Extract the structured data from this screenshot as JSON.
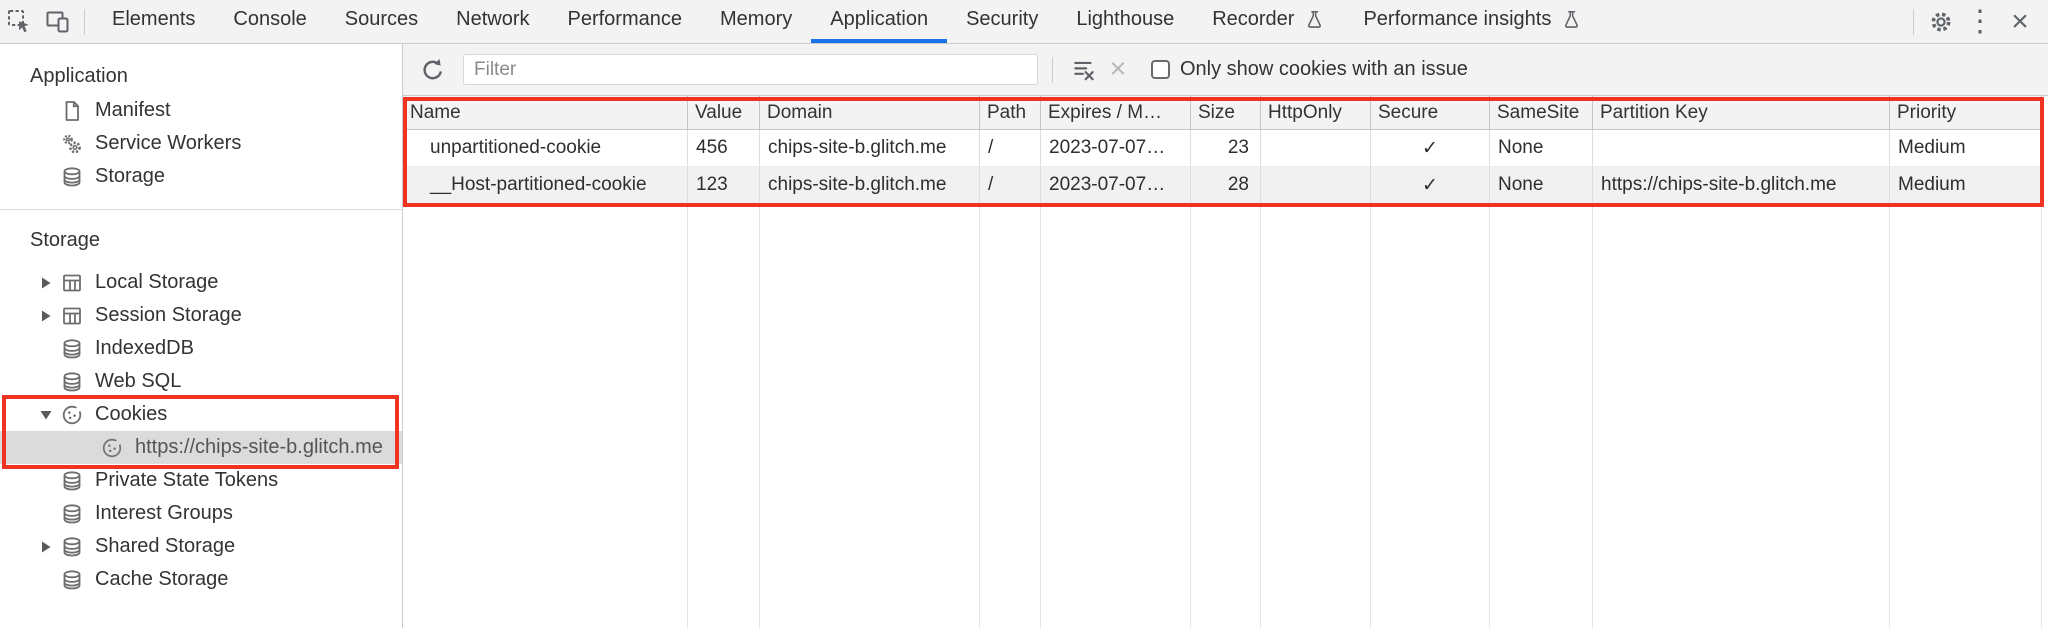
{
  "colors": {
    "accent_blue": "#1a73e8",
    "annotation_red": "#ee3322",
    "icon_gray": "#5f6368"
  },
  "icons": {
    "close": "×",
    "more": "⋮",
    "delete_disabled": "×"
  },
  "tab_bar": {
    "tabs": [
      {
        "label": "Elements",
        "selected": false,
        "experimental": false
      },
      {
        "label": "Console",
        "selected": false,
        "experimental": false
      },
      {
        "label": "Sources",
        "selected": false,
        "experimental": false
      },
      {
        "label": "Network",
        "selected": false,
        "experimental": false
      },
      {
        "label": "Performance",
        "selected": false,
        "experimental": false
      },
      {
        "label": "Memory",
        "selected": false,
        "experimental": false
      },
      {
        "label": "Application",
        "selected": true,
        "experimental": false
      },
      {
        "label": "Security",
        "selected": false,
        "experimental": false
      },
      {
        "label": "Lighthouse",
        "selected": false,
        "experimental": false
      },
      {
        "label": "Recorder",
        "selected": false,
        "experimental": true
      },
      {
        "label": "Performance insights",
        "selected": false,
        "experimental": true
      }
    ]
  },
  "sidebar": {
    "app_section": {
      "title": "Application",
      "items": [
        {
          "label": "Manifest",
          "icon": "file-icon"
        },
        {
          "label": "Service Workers",
          "icon": "gears-icon"
        },
        {
          "label": "Storage",
          "icon": "database-icon"
        }
      ]
    },
    "storage_section": {
      "title": "Storage",
      "items": [
        {
          "label": "Local Storage",
          "icon": "table-icon",
          "arrow": "collapsed"
        },
        {
          "label": "Session Storage",
          "icon": "table-icon",
          "arrow": "collapsed"
        },
        {
          "label": "IndexedDB",
          "icon": "database-icon"
        },
        {
          "label": "Web SQL",
          "icon": "database-icon"
        },
        {
          "label": "Cookies",
          "icon": "cookie-icon",
          "arrow": "expanded",
          "annotated": true
        },
        {
          "label": "https://chips-site-b.glitch.me",
          "icon": "cookie-icon",
          "selected": true,
          "annotated": true
        },
        {
          "label": "Private State Tokens",
          "icon": "database-icon"
        },
        {
          "label": "Interest Groups",
          "icon": "database-icon"
        },
        {
          "label": "Shared Storage",
          "icon": "database-icon",
          "arrow": "collapsed"
        },
        {
          "label": "Cache Storage",
          "icon": "database-icon"
        }
      ]
    }
  },
  "toolbar": {
    "filter_placeholder": "Filter",
    "filter_value": "",
    "checkbox_label": "Only show cookies with an issue",
    "checkbox_checked": false
  },
  "cookie_table": {
    "columns": [
      "Name",
      "Value",
      "Domain",
      "Path",
      "Expires / M…",
      "Size",
      "HttpOnly",
      "Secure",
      "SameSite",
      "Partition Key",
      "Priority"
    ],
    "rows": [
      {
        "name": "unpartitioned-cookie",
        "value": "456",
        "domain": "chips-site-b.glitch.me",
        "path": "/",
        "expires": "2023-07-07…",
        "size": "23",
        "http_only": "",
        "secure": "✓",
        "same_site": "None",
        "partition_key": "",
        "priority": "Medium"
      },
      {
        "name": "__Host-partitioned-cookie",
        "value": "123",
        "domain": "chips-site-b.glitch.me",
        "path": "/",
        "expires": "2023-07-07…",
        "size": "28",
        "http_only": "",
        "secure": "✓",
        "same_site": "None",
        "partition_key": "https://chips-site-b.glitch.me",
        "priority": "Medium"
      }
    ]
  }
}
